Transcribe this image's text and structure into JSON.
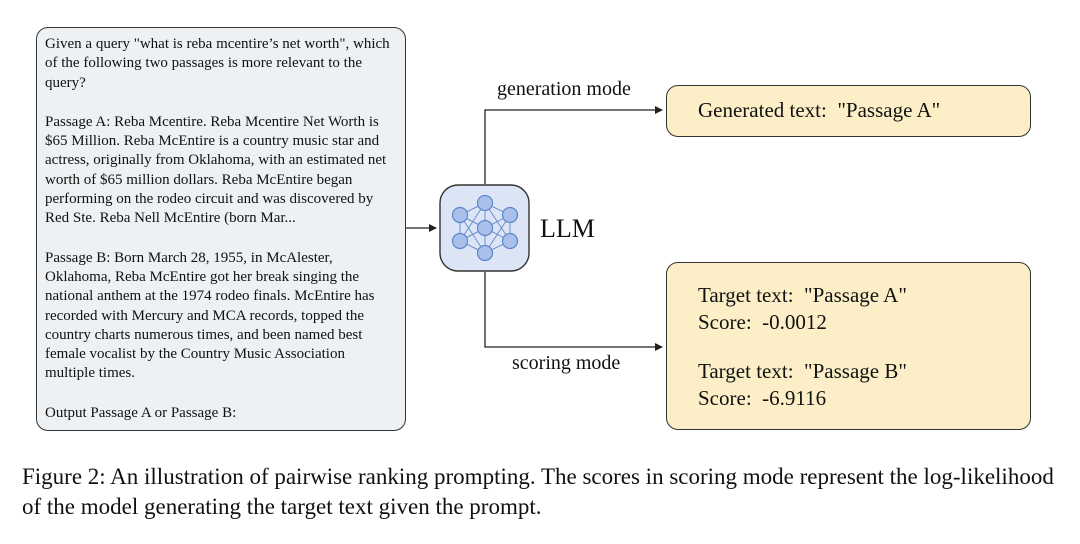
{
  "prompt": {
    "intro": "Given a query \"what is reba mcentire’s net worth\", which of the following two passages is more relevant to the query?",
    "passage_a": "Passage A: Reba Mcentire. Reba Mcentire Net Worth is $65 Million. Reba McEntire is a country music star and actress, originally from Oklahoma, with an estimated net worth of $65 million dollars. Reba McEntire began performing on the rodeo circuit and was discovered by Red Ste. Reba Nell McEntire (born Mar...",
    "passage_b": "Passage B: Born March 28, 1955, in McAlester, Oklahoma, Reba McEntire got her break singing the national anthem at the 1974 rodeo finals. McEntire has recorded with Mercury and MCA records, topped the country charts numerous times, and been named best female vocalist by the Country Music Association multiple times.",
    "instruction": "Output Passage A or Passage B:"
  },
  "llm": {
    "label": "LLM",
    "icon": "neural-network-icon"
  },
  "generation": {
    "mode_label": "generation mode",
    "output": "Generated text:  \"Passage A\""
  },
  "scoring": {
    "mode_label": "scoring mode",
    "target_a": "Target text:  \"Passage A\"",
    "score_a": "Score:  -0.0012",
    "target_b": "Target text:  \"Passage B\"",
    "score_b": "Score:  -6.9116"
  },
  "caption": "Figure 2: An illustration of pairwise ranking prompting. The scores in scoring mode represent the log-likelihood of the model generating the target text given the prompt.",
  "colors": {
    "prompt_fill": "#eef1f3",
    "output_fill": "#fcefc8",
    "llm_fill": "#dbe5f6",
    "node_fill": "#a9c1ea",
    "node_stroke": "#5e86c9"
  }
}
